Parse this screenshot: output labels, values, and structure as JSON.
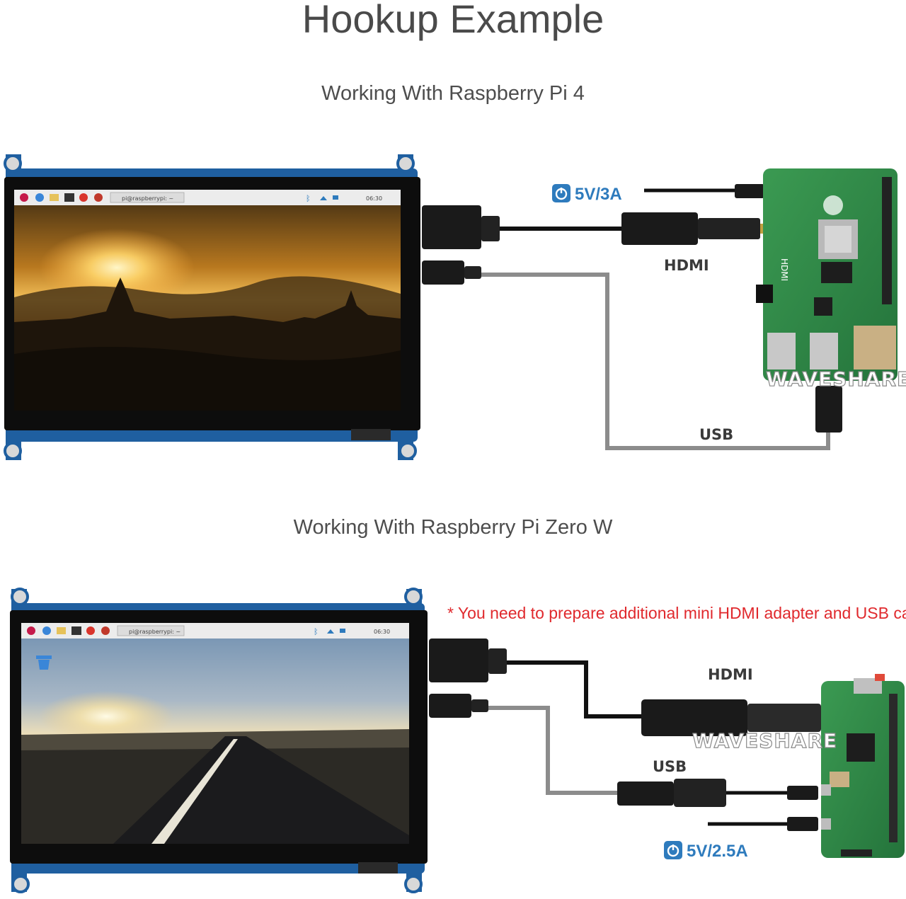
{
  "heading": "Hookup Example",
  "sections": [
    {
      "subtitle": "Working With Raspberry Pi 4",
      "power_label": "5V/3A",
      "hdmi_label": "HDMI",
      "usb_label": "USB",
      "taskbar_text": "pi@raspberrypi: ~",
      "clock": "06:30",
      "watermark": "WAVESHARE",
      "board_text": "HDMI",
      "board_color": "#2f8a4a"
    },
    {
      "subtitle": "Working With Raspberry Pi Zero W",
      "note": "* You need to prepare additional mini HDMI adapter and USB cable",
      "power_label": "5V/2.5A",
      "hdmi_label": "HDMI",
      "usb_label": "USB",
      "taskbar_text": "pi@raspberrypi: ~",
      "clock": "06:30",
      "watermark": "WAVESHARE",
      "board_color": "#2f8a4a"
    }
  ],
  "colors": {
    "pcb_blue": "#1f5fa0",
    "power_blue": "#2e7bbd",
    "note_red": "#e0292d",
    "cable_gray": "#8c8c8c",
    "cable_black": "#111111"
  },
  "icons": [
    "raspberry-menu-icon",
    "globe-icon",
    "folder-icon",
    "terminal-icon",
    "mathematica-icon",
    "wolfram-icon",
    "bluetooth-icon",
    "wifi-icon",
    "volume-icon",
    "power-icon",
    "trash-icon"
  ]
}
